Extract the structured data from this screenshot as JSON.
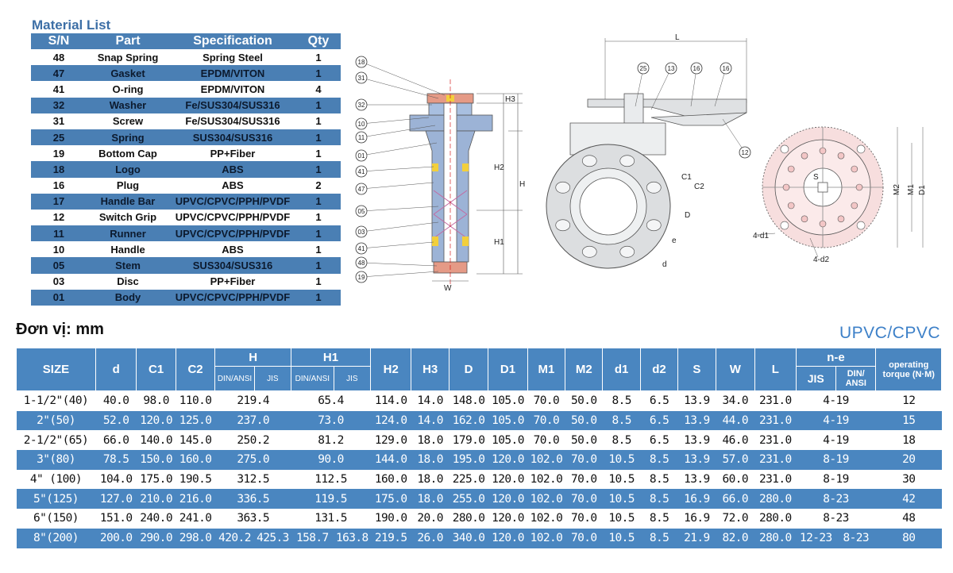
{
  "material_list": {
    "title": "Material List",
    "headers": [
      "S/N",
      "Part",
      "Specification",
      "Qty"
    ],
    "rows": [
      [
        "48",
        "Snap Spring",
        "Spring Steel",
        "1"
      ],
      [
        "47",
        "Gasket",
        "EPDM/VITON",
        "1"
      ],
      [
        "41",
        "O-ring",
        "EPDM/VITON",
        "4"
      ],
      [
        "32",
        "Washer",
        "Fe/SUS304/SUS316",
        "1"
      ],
      [
        "31",
        "Screw",
        "Fe/SUS304/SUS316",
        "1"
      ],
      [
        "25",
        "Spring",
        "SUS304/SUS316",
        "1"
      ],
      [
        "19",
        "Bottom Cap",
        "PP+Fiber",
        "1"
      ],
      [
        "18",
        "Logo",
        "ABS",
        "1"
      ],
      [
        "16",
        "Plug",
        "ABS",
        "2"
      ],
      [
        "17",
        "Handle Bar",
        "UPVC/CPVC/PPH/PVDF",
        "1"
      ],
      [
        "12",
        "Switch Grip",
        "UPVC/CPVC/PPH/PVDF",
        "1"
      ],
      [
        "11",
        "Runner",
        "UPVC/CPVC/PPH/PVDF",
        "1"
      ],
      [
        "10",
        "Handle",
        "ABS",
        "1"
      ],
      [
        "05",
        "Stem",
        "SUS304/SUS316",
        "1"
      ],
      [
        "03",
        "Disc",
        "PP+Fiber",
        "1"
      ],
      [
        "01",
        "Body",
        "UPVC/CPVC/PPH/PVDF",
        "1"
      ]
    ]
  },
  "drawing": {
    "section_callouts": [
      "18",
      "31",
      "32",
      "10",
      "11",
      "01",
      "41",
      "47",
      "05",
      "03",
      "41",
      "48",
      "19"
    ],
    "section_dims": {
      "h3": "H3",
      "h2": "H2",
      "h": "H",
      "h1": "H1",
      "w": "W"
    },
    "front_callouts": [
      "25",
      "13",
      "16",
      "16",
      "12"
    ],
    "front_dims": {
      "l": "L",
      "c1": "C1",
      "c2": "C2",
      "d_big": "D",
      "e": "e",
      "d_small": "d"
    },
    "side_dims": {
      "m2": "M2",
      "m1": "M1",
      "d1": "D1",
      "s": "S",
      "four_d1": "4-d1",
      "four_d2": "4-d2"
    }
  },
  "unit_label": "Đơn vị: mm",
  "material_label": "UPVC/CPVC",
  "dimension_table": {
    "headers": {
      "size": "SIZE",
      "d": "d",
      "c1": "C1",
      "c2": "C2",
      "h": "H",
      "h_din": "DIN/ANSI",
      "h_jis": "JIS",
      "h1": "H1",
      "h1_din": "DIN/ANSI",
      "h1_jis": "JIS",
      "h2": "H2",
      "h3": "H3",
      "D": "D",
      "d1_big": "D1",
      "m1": "M1",
      "m2": "M2",
      "d1": "d1",
      "d2": "d2",
      "s": "S",
      "w": "W",
      "l": "L",
      "ne": "n-e",
      "ne_jis": "JIS",
      "ne_din": "DIN/ ANSI",
      "torque": "operating torque (N·M)"
    },
    "rows": [
      {
        "size": "1-1/2\"(40)",
        "d": "40.0",
        "c1": "98.0",
        "c2": "110.0",
        "h": "219.4",
        "h1": "65.4",
        "h2": "114.0",
        "h3": "14.0",
        "D": "148.0",
        "D1": "105.0",
        "m1": "70.0",
        "m2": "50.0",
        "d1": "8.5",
        "d2": "6.5",
        "s": "13.9",
        "w": "34.0",
        "l": "231.0",
        "ne": "4-19",
        "torque": "12"
      },
      {
        "size": "2\"(50)",
        "d": "52.0",
        "c1": "120.0",
        "c2": "125.0",
        "h": "237.0",
        "h1": "73.0",
        "h2": "124.0",
        "h3": "14.0",
        "D": "162.0",
        "D1": "105.0",
        "m1": "70.0",
        "m2": "50.0",
        "d1": "8.5",
        "d2": "6.5",
        "s": "13.9",
        "w": "44.0",
        "l": "231.0",
        "ne": "4-19",
        "torque": "15"
      },
      {
        "size": "2-1/2\"(65)",
        "d": "66.0",
        "c1": "140.0",
        "c2": "145.0",
        "h": "250.2",
        "h1": "81.2",
        "h2": "129.0",
        "h3": "18.0",
        "D": "179.0",
        "D1": "105.0",
        "m1": "70.0",
        "m2": "50.0",
        "d1": "8.5",
        "d2": "6.5",
        "s": "13.9",
        "w": "46.0",
        "l": "231.0",
        "ne": "4-19",
        "torque": "18"
      },
      {
        "size": "3\"(80)",
        "d": "78.5",
        "c1": "150.0",
        "c2": "160.0",
        "h": "275.0",
        "h1": "90.0",
        "h2": "144.0",
        "h3": "18.0",
        "D": "195.0",
        "D1": "120.0",
        "m1": "102.0",
        "m2": "70.0",
        "d1": "10.5",
        "d2": "8.5",
        "s": "13.9",
        "w": "57.0",
        "l": "231.0",
        "ne": "8-19",
        "torque": "20"
      },
      {
        "size": "4\" (100)",
        "d": "104.0",
        "c1": "175.0",
        "c2": "190.5",
        "h": "312.5",
        "h1": "112.5",
        "h2": "160.0",
        "h3": "18.0",
        "D": "225.0",
        "D1": "120.0",
        "m1": "102.0",
        "m2": "70.0",
        "d1": "10.5",
        "d2": "8.5",
        "s": "13.9",
        "w": "60.0",
        "l": "231.0",
        "ne": "8-19",
        "torque": "30"
      },
      {
        "size": "5\"(125)",
        "d": "127.0",
        "c1": "210.0",
        "c2": "216.0",
        "h": "336.5",
        "h1": "119.5",
        "h2": "175.0",
        "h3": "18.0",
        "D": "255.0",
        "D1": "120.0",
        "m1": "102.0",
        "m2": "70.0",
        "d1": "10.5",
        "d2": "8.5",
        "s": "16.9",
        "w": "66.0",
        "l": "280.0",
        "ne": "8-23",
        "torque": "42"
      },
      {
        "size": "6\"(150)",
        "d": "151.0",
        "c1": "240.0",
        "c2": "241.0",
        "h": "363.5",
        "h1": "131.5",
        "h2": "190.0",
        "h3": "20.0",
        "D": "280.0",
        "D1": "120.0",
        "m1": "102.0",
        "m2": "70.0",
        "d1": "10.5",
        "d2": "8.5",
        "s": "16.9",
        "w": "72.0",
        "l": "280.0",
        "ne": "8-23",
        "torque": "48"
      },
      {
        "size": "8\"(200)",
        "d": "200.0",
        "c1": "290.0",
        "c2": "298.0",
        "h_din": "420.2",
        "h_jis": "425.3",
        "h1_din": "158.7",
        "h1_jis": "163.8",
        "h2": "219.5",
        "h3": "26.0",
        "D": "340.0",
        "D1": "120.0",
        "m1": "102.0",
        "m2": "70.0",
        "d1": "10.5",
        "d2": "8.5",
        "s": "21.9",
        "w": "82.0",
        "l": "280.0",
        "ne_jis": "12-23",
        "ne_din": "8-23",
        "torque": "80"
      }
    ]
  }
}
